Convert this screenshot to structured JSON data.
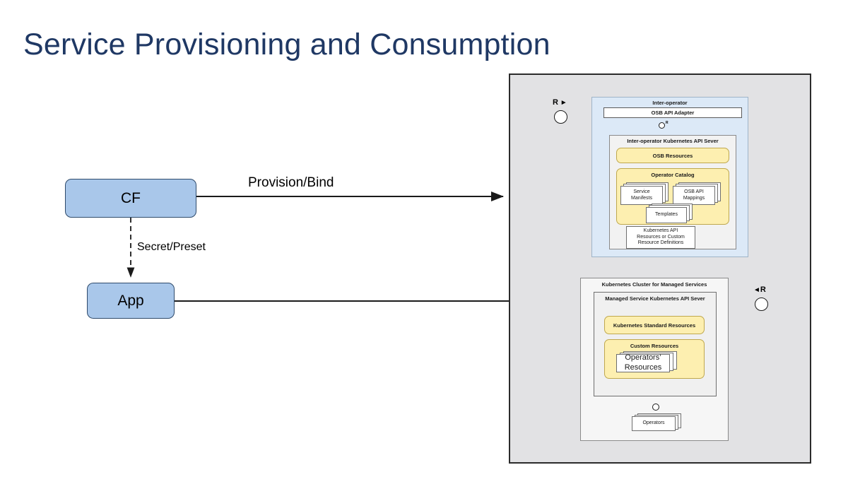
{
  "slide": {
    "title": "Service Provisioning and Consumption",
    "title_color": "#1F3864",
    "background": "#FFFFFF"
  },
  "actors": [
    {
      "id": "cf",
      "label": "CF",
      "fill": "#A9C7EA",
      "stroke": "#2E4A6B"
    },
    {
      "id": "app",
      "label": "App",
      "fill": "#A9C7EA",
      "stroke": "#2E4A6B"
    }
  ],
  "flows": [
    {
      "id": "provision-bind",
      "label": "Provision/Bind",
      "style": "solid",
      "from": "CF",
      "to": "Inter-operator"
    },
    {
      "id": "secret-preset",
      "label": "Secret/Preset",
      "style": "dashed",
      "from": "CF",
      "to": "App"
    },
    {
      "id": "app-consume",
      "label": "",
      "style": "solid",
      "from": "App",
      "to": "Kubernetes Cluster for Managed Services"
    }
  ],
  "platform": {
    "name": "platform-container",
    "fill": "#E2E2E4",
    "stroke": "#2B2B2B"
  },
  "interfaces": [
    {
      "id": "provided-left",
      "label": "R",
      "marker": "right-triangle"
    },
    {
      "id": "required-right",
      "label": "R",
      "marker": "left-triangle"
    },
    {
      "id": "adapter-socket",
      "label": "R",
      "marker": "socket"
    },
    {
      "id": "operators-socket",
      "label": "",
      "marker": "lollipop"
    }
  ],
  "interop": {
    "group_title": "Inter-operator",
    "group_fill": "#DCE9F7",
    "adapter": "OSB API Adapter",
    "api_server_title": "Inter-operator Kubernetes API Sever",
    "osb_resources": "OSB Resources",
    "operator_catalog": "Operator Catalog",
    "catalog_items": [
      "Service\nManifests",
      "OSB API\nMappings",
      "Templates"
    ],
    "catalog_item_1_line1": "Service",
    "catalog_item_1_line2": "Manifests",
    "catalog_item_2_line1": "OSB API",
    "catalog_item_2_line2": "Mappings",
    "catalog_item_3": "Templates",
    "k8s_api_resources_line1": "Kubernetes API",
    "k8s_api_resources_line2": "Resources or Custom",
    "k8s_api_resources_line3": "Resource Definitions"
  },
  "managed": {
    "cluster_title": "Kubernetes Cluster for Managed Services",
    "api_server_title": "Managed Service Kubernetes API Sever",
    "standard_resources": "Kubernetes Standard Resources",
    "custom_resources": "Custom Resources",
    "operators_resources_line1": "Operators’",
    "operators_resources_line2": "Resources",
    "operators": "Operators"
  },
  "colors": {
    "yellow_fill": "#FDEFB0",
    "yellow_stroke": "#BFA84E",
    "blue_group_fill": "#DCE9F7",
    "grey_platform": "#E2E2E4",
    "line": "#1A1A1A"
  }
}
